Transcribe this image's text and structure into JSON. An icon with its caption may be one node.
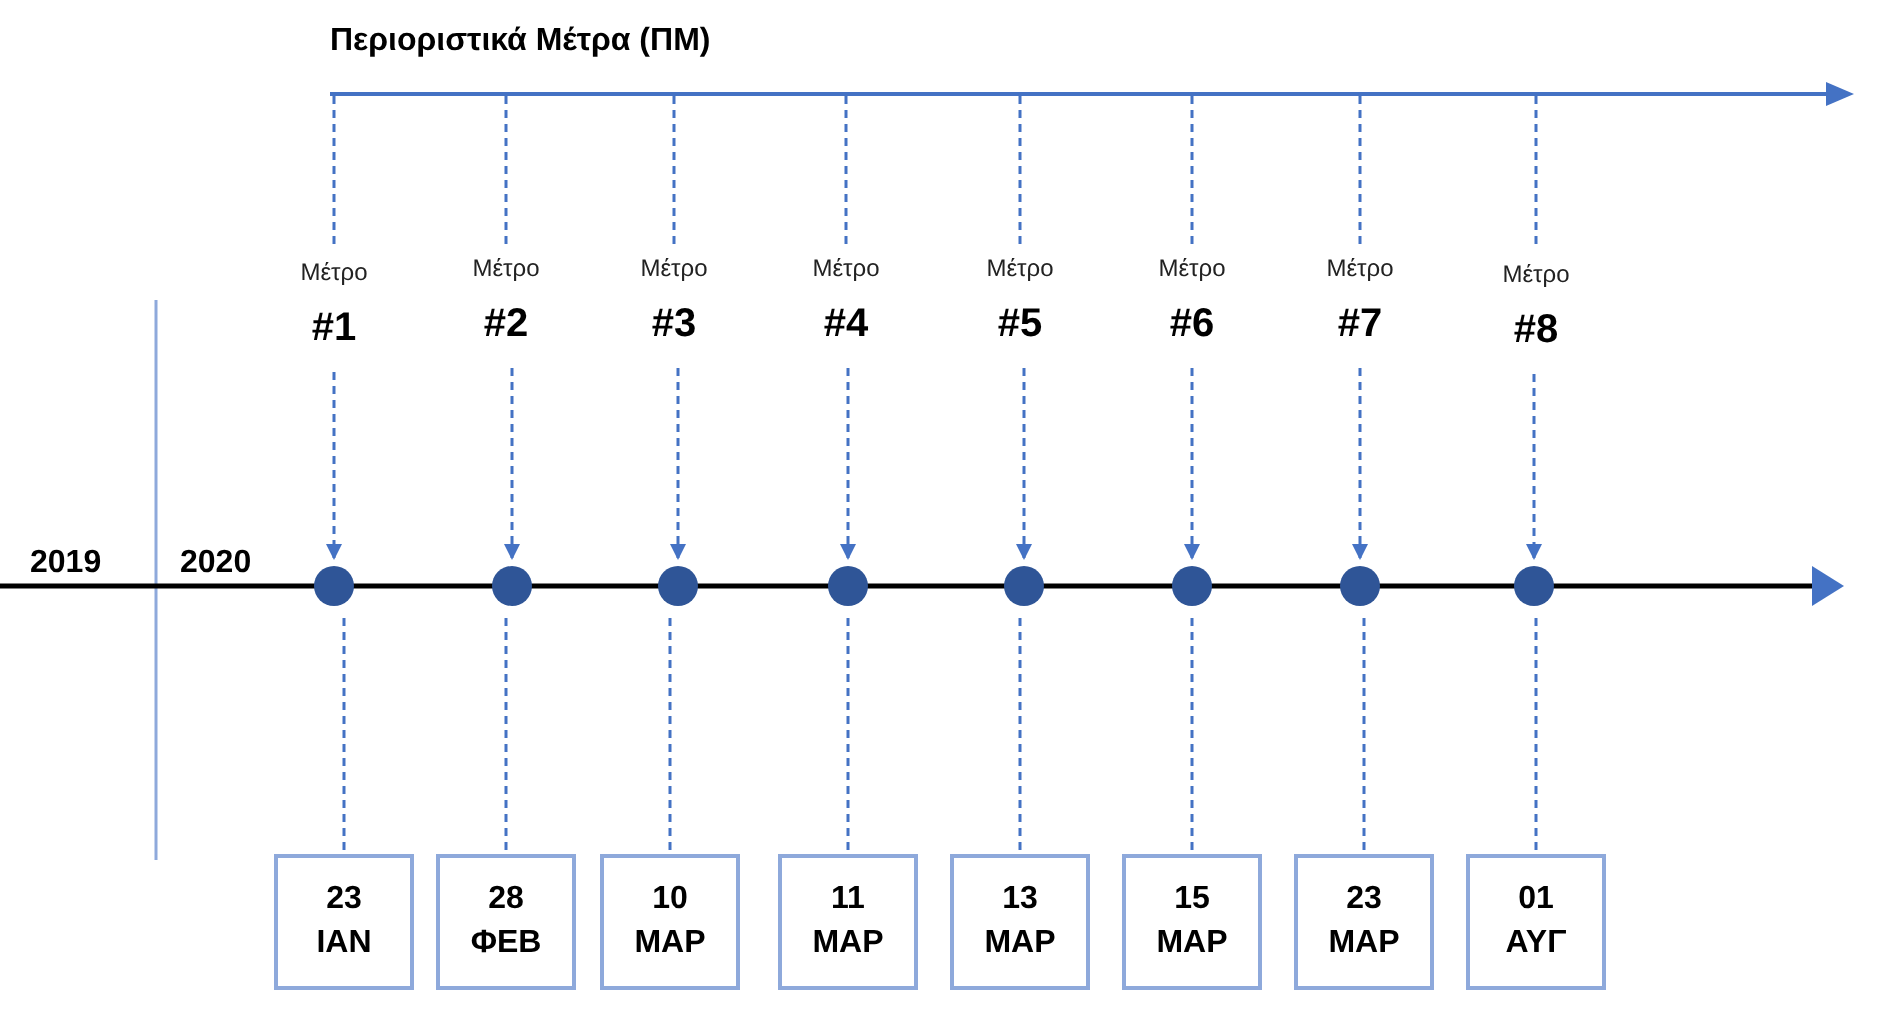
{
  "diagram": {
    "title": "Περιοριστικά Μέτρα (ΠΜ)",
    "nodes": [
      {
        "text": [
          "Μέτρο",
          "#1"
        ]
      },
      {
        "text": [
          "Μέτρο",
          "#2"
        ]
      },
      {
        "text": [
          "Μέτρο",
          "#3"
        ]
      },
      {
        "text": [
          "Μέτρο",
          "#4"
        ]
      },
      {
        "text": [
          "Μέτρο",
          "#5"
        ]
      },
      {
        "text": [
          "Μέτρο",
          "#6"
        ]
      },
      {
        "text": [
          "Μέτρο",
          "#7"
        ]
      },
      {
        "text": [
          "Μέτρο",
          "#8"
        ]
      },
      {
        "text": [],
        "shape": "circle"
      },
      {
        "text": [],
        "shape": "circle"
      },
      {
        "text": [],
        "shape": "circle"
      },
      {
        "text": [],
        "shape": "circle"
      },
      {
        "text": [],
        "shape": "circle"
      },
      {
        "text": [],
        "shape": "circle"
      },
      {
        "text": [],
        "shape": "circle"
      },
      {
        "text": [],
        "shape": "circle"
      },
      {
        "text": [
          "23 ΙΑΝ"
        ]
      },
      {
        "text": [
          "28 ΦΕΒ"
        ]
      },
      {
        "text": [
          "10 ΜΑΡ"
        ]
      },
      {
        "text": [
          "11 ΜΑΡ"
        ]
      },
      {
        "text": [
          "13 ΜΑΡ"
        ]
      },
      {
        "text": [
          "15 ΜΑΡ"
        ]
      },
      {
        "text": [
          "23 ΜΑΡ"
        ]
      },
      {
        "text": [
          "01 ΑΥΓ"
        ]
      }
    ],
    "edges": [
      {
        "from": null,
        "to": 0,
        "arrow": "none",
        "style": "dashed"
      },
      {
        "from": null,
        "to": 1,
        "arrow": "none",
        "style": "dashed"
      },
      {
        "from": null,
        "to": 2,
        "arrow": "none",
        "style": "dashed"
      },
      {
        "from": null,
        "to": 3,
        "arrow": "none",
        "style": "dashed"
      },
      {
        "from": null,
        "to": 4,
        "arrow": "none",
        "style": "dashed"
      },
      {
        "from": null,
        "to": 5,
        "arrow": "none",
        "style": "dashed"
      },
      {
        "from": null,
        "to": 6,
        "arrow": "none",
        "style": "dashed"
      },
      {
        "from": null,
        "to": 7,
        "arrow": "none",
        "style": "dashed"
      },
      {
        "from": 0,
        "to": 8,
        "arrow": "to",
        "style": "dashed"
      },
      {
        "from": 1,
        "to": 9,
        "arrow": "to",
        "style": "dashed"
      },
      {
        "from": 2,
        "to": 10,
        "arrow": "to",
        "style": "dashed"
      },
      {
        "from": 3,
        "to": 11,
        "arrow": "to",
        "style": "dashed"
      },
      {
        "from": 4,
        "to": 12,
        "arrow": "to",
        "style": "dashed"
      },
      {
        "from": 5,
        "to": 13,
        "arrow": "to",
        "style": "dashed"
      },
      {
        "from": 6,
        "to": 14,
        "arrow": "to",
        "style": "dashed"
      },
      {
        "from": 7,
        "to": 15,
        "arrow": "to",
        "style": "dashed"
      },
      {
        "from": 8,
        "to": 16,
        "arrow": "none",
        "style": "dashed"
      },
      {
        "from": 9,
        "to": 17,
        "arrow": "none",
        "style": "dashed"
      },
      {
        "from": 10,
        "to": 18,
        "arrow": "none",
        "style": "dashed"
      },
      {
        "from": 11,
        "to": 19,
        "arrow": "none",
        "style": "dashed"
      },
      {
        "from": 12,
        "to": 20,
        "arrow": "none",
        "style": "dashed"
      },
      {
        "from": 13,
        "to": 21,
        "arrow": "none",
        "style": "dashed"
      },
      {
        "from": 14,
        "to": 22,
        "arrow": "none",
        "style": "dashed"
      },
      {
        "from": 15,
        "to": 23,
        "arrow": "none",
        "style": "dashed"
      }
    ],
    "labels": [
      "2019",
      "2020"
    ]
  }
}
